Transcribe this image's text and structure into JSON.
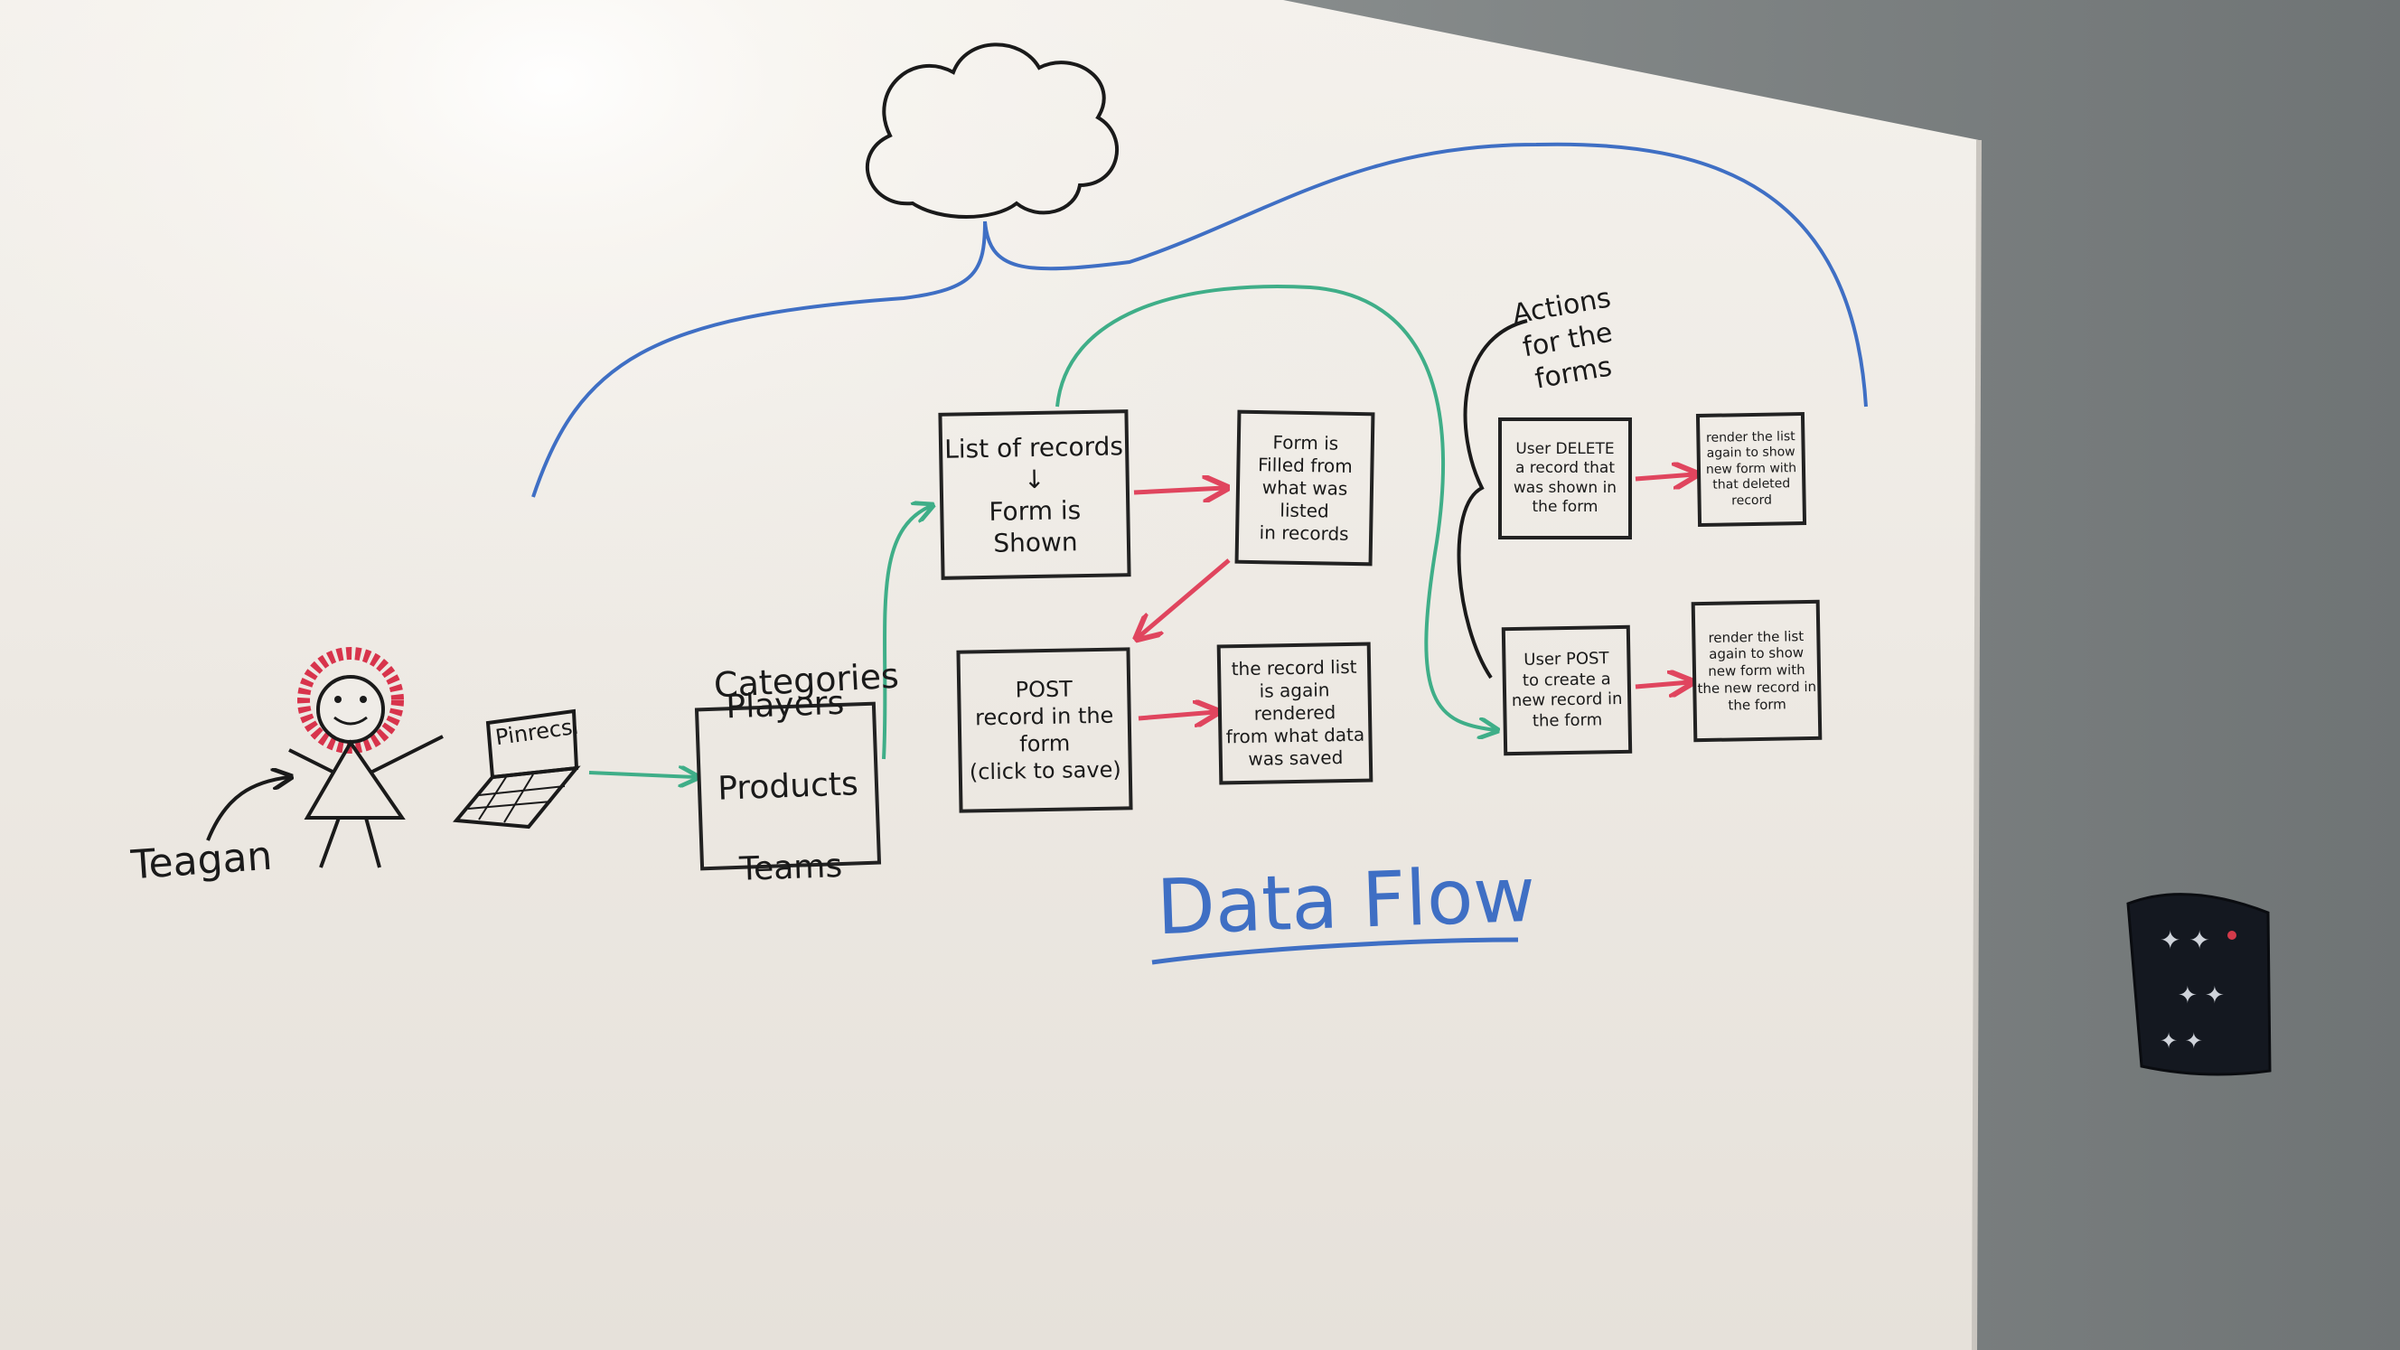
{
  "colors": {
    "board": "#efece7",
    "wall": "#8c9192",
    "marker_black": "#1a1a1a",
    "marker_blue": "#3f6fc4",
    "marker_green": "#3fae88",
    "marker_red": "#e0455e",
    "hair_red": "#d8344c"
  },
  "person": {
    "name": "Teagan",
    "laptop_label": "Pinrecsl"
  },
  "categories": {
    "heading": "Categories",
    "items": [
      "Players",
      "Products",
      "Teams"
    ]
  },
  "boxes": {
    "list_records": "List of records\n↓\nForm is Shown",
    "form_filled": "Form is\nFilled from\nwhat was listed\nin records",
    "post_record": "POST\nrecord in the\nform\n(click to save)",
    "record_rerendered": "the record list\nis again rendered\nfrom what data\nwas saved",
    "user_delete": "User DELETE\na record that\nwas shown in\nthe form",
    "render_after_delete": "render the list\nagain to show\nnew form with\nthat deleted\nrecord",
    "user_post": "User POST\nto create a\nnew record in\nthe form",
    "render_after_post": "render the list\nagain to show\nnew form with\nthe new record in\nthe form"
  },
  "actions_label": "Actions\nfor the\nforms",
  "title": "Data Flow",
  "icons": [
    "cloud-icon",
    "laptop-icon",
    "stick-figure-icon",
    "wall-device-icon"
  ]
}
